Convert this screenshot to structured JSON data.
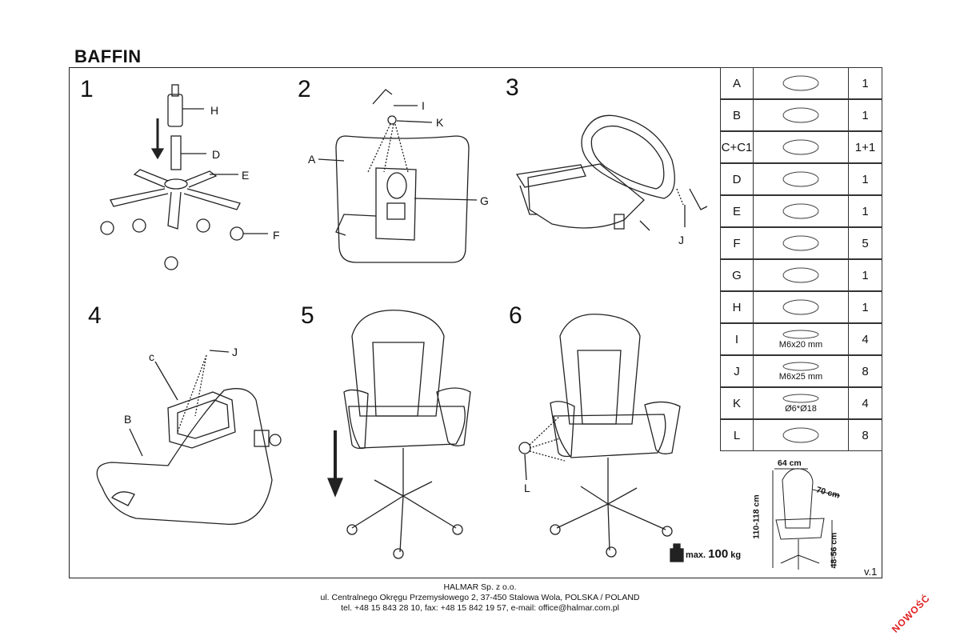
{
  "title": "BAFFIN",
  "steps": [
    "1",
    "2",
    "3",
    "4",
    "5",
    "6"
  ],
  "callouts": {
    "s1": [
      "H",
      "D",
      "E",
      "F"
    ],
    "s2": [
      "I",
      "K",
      "A",
      "G"
    ],
    "s3": [
      "J"
    ],
    "s4": [
      "c",
      "J",
      "B"
    ],
    "s6": [
      "L"
    ]
  },
  "parts": [
    {
      "code": "A",
      "qty": "1",
      "note": ""
    },
    {
      "code": "B",
      "qty": "1",
      "note": ""
    },
    {
      "code": "C+C1",
      "qty": "1+1",
      "note": ""
    },
    {
      "code": "D",
      "qty": "1",
      "note": ""
    },
    {
      "code": "E",
      "qty": "1",
      "note": ""
    },
    {
      "code": "F",
      "qty": "5",
      "note": ""
    },
    {
      "code": "G",
      "qty": "1",
      "note": ""
    },
    {
      "code": "H",
      "qty": "1",
      "note": ""
    },
    {
      "code": "I",
      "qty": "4",
      "note": "M6x20 mm"
    },
    {
      "code": "J",
      "qty": "8",
      "note": "M6x25 mm"
    },
    {
      "code": "K",
      "qty": "4",
      "note": "Ø6*Ø18"
    },
    {
      "code": "L",
      "qty": "8",
      "note": ""
    }
  ],
  "dimensions": {
    "width": "64 cm",
    "depth": "70 cm",
    "height": "110-118 cm",
    "seat": "48-56 cm"
  },
  "max_load": {
    "prefix": "max.",
    "value": "100",
    "unit": "kg"
  },
  "version": "v.1",
  "footer": [
    "HALMAR Sp. z o.o.",
    "ul. Centralnego Okręgu Przemysłowego 2, 37-450 Stalowa Wola, POLSKA / POLAND",
    "tel. +48 15 843 28 10, fax: +48 15 842 19 57, e-mail: office@halmar.com.pl"
  ],
  "badge": "NOWOŚĆ"
}
